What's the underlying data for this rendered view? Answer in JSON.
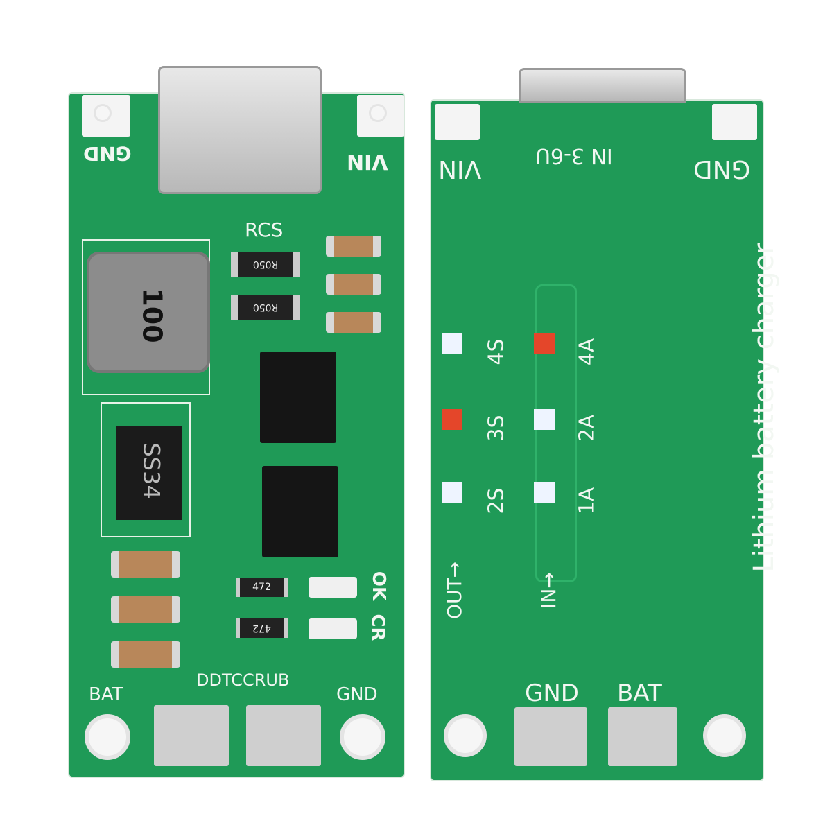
{
  "left_board": {
    "labels": {
      "gnd_top": "GND",
      "vin_top": "VIN",
      "rcs": "RCS",
      "bat": "BAT",
      "gnd_bottom": "GND",
      "ok": "OK",
      "cr": "CR",
      "model": "DDTCCRUB"
    },
    "resistors": [
      "R050",
      "R050",
      "472",
      "472"
    ],
    "inductor": "100",
    "diode": "SS34"
  },
  "right_board": {
    "labels": {
      "vin": "VIN",
      "input": "IN 3-6U",
      "gnd_top": "GND",
      "title": "Lithium battery charger",
      "gnd_bottom": "GND",
      "bat": "BAT",
      "out": "OUT→",
      "in": "IN→"
    },
    "cell_options": [
      "4S",
      "3S",
      "2S"
    ],
    "current_options": [
      "4A",
      "2A",
      "1A"
    ]
  },
  "colors": {
    "pcb": "#1f9a57",
    "silkscreen": "#f2f7f2",
    "solder_jumper": "#e4462a"
  }
}
